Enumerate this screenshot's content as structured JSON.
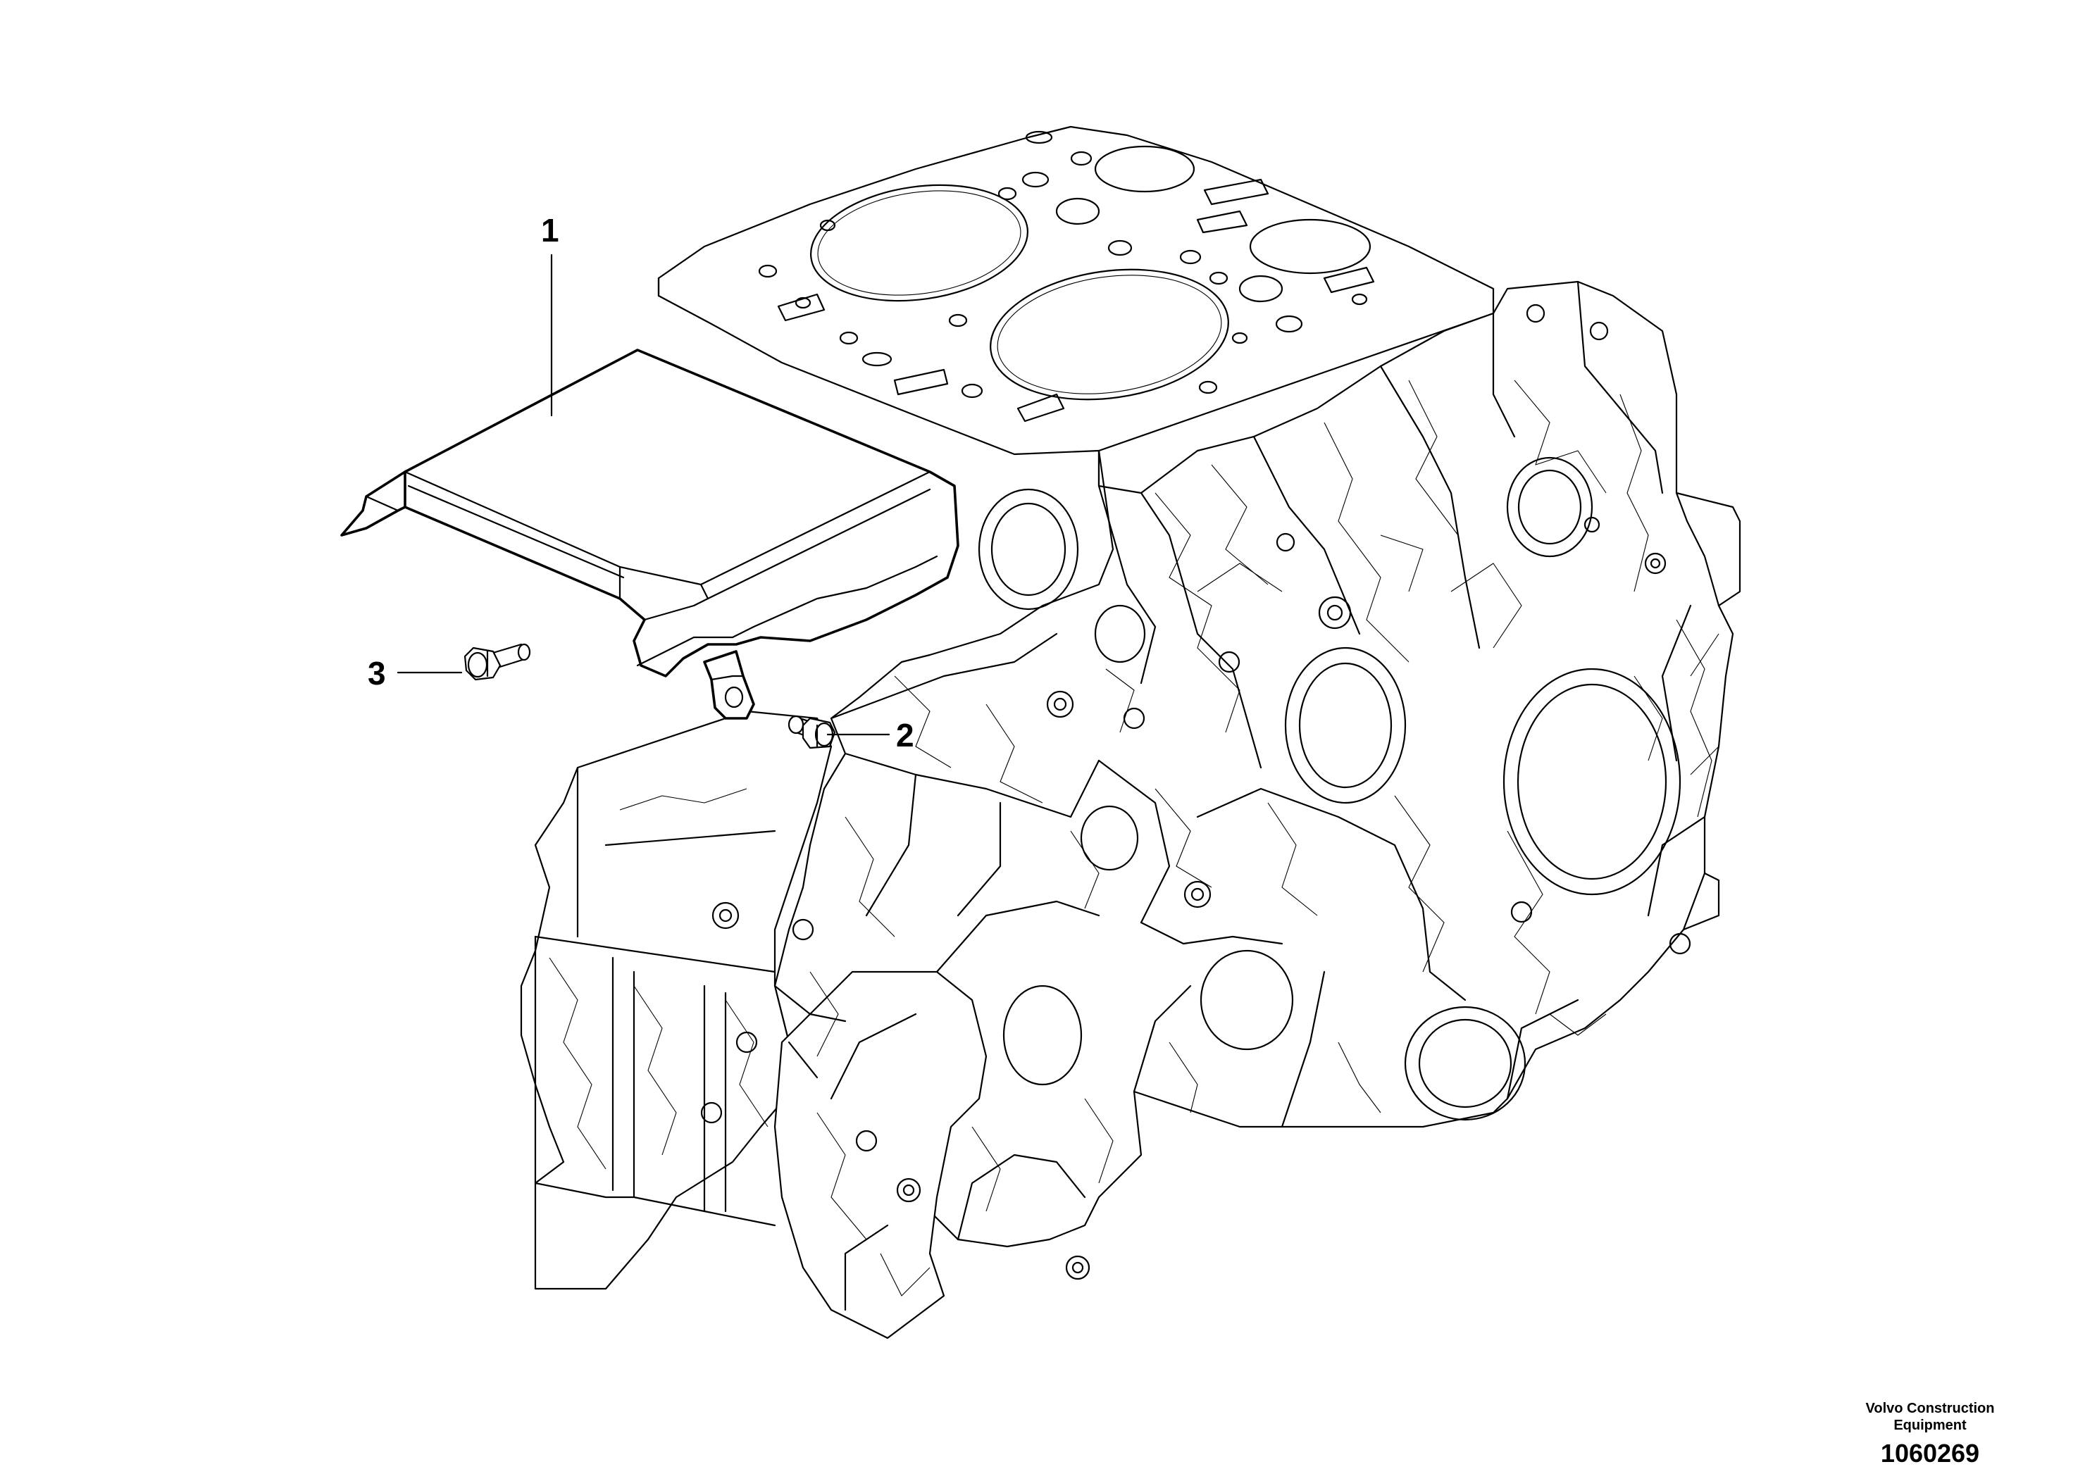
{
  "diagram": {
    "callouts": [
      {
        "number": "1"
      },
      {
        "number": "2"
      },
      {
        "number": "3"
      }
    ]
  },
  "footer": {
    "publisher": "Volvo Construction Equipment",
    "image_id": "1060269"
  }
}
